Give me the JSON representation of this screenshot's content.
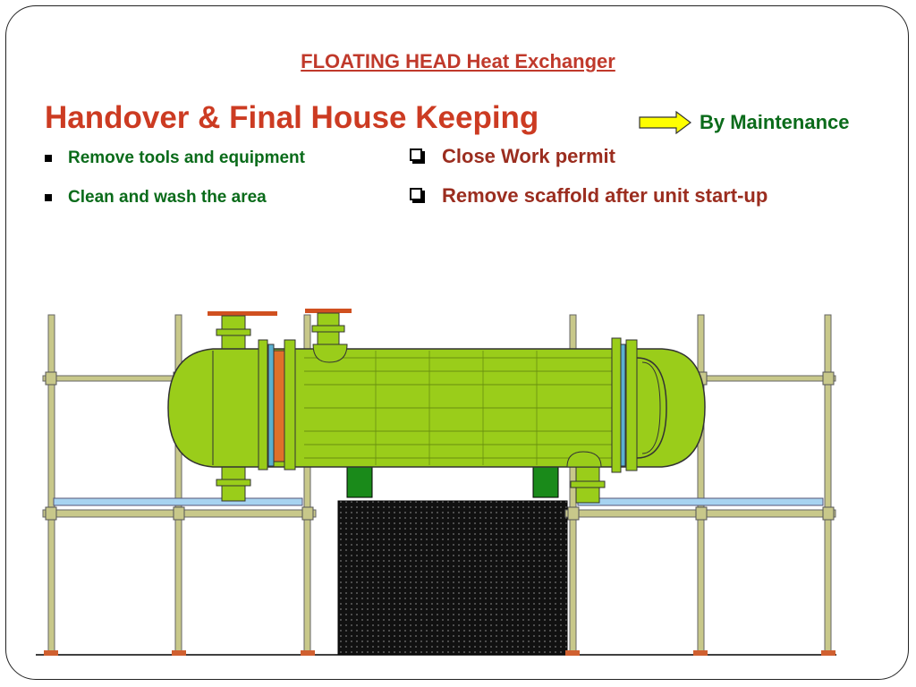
{
  "slide": {
    "title": "FLOATING HEAD Heat Exchanger",
    "heading": "Handover & Final House Keeping",
    "by_label": "By Maintenance",
    "left_bullets": [
      "Remove tools and equipment",
      "Clean and wash the area"
    ],
    "right_bullets": [
      "Close Work permit",
      "Remove scaffold after unit start-up"
    ]
  },
  "colors": {
    "title": "#c0392b",
    "heading": "#cc3b22",
    "green_text": "#0a6b1a",
    "right_text": "#9b2d1f",
    "shell": "#9acd1a",
    "saddle": "#1a8a1a",
    "scaffold_pole": "#c8c88a",
    "platform": "#a7d3f0",
    "arrow": "#ffff00"
  }
}
